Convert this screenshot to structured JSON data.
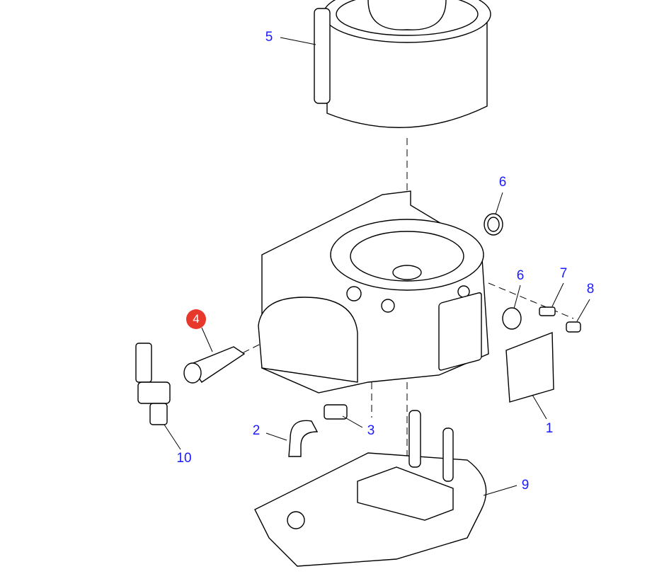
{
  "diagram": {
    "callouts": [
      {
        "id": "1",
        "label": "1"
      },
      {
        "id": "2",
        "label": "2"
      },
      {
        "id": "3",
        "label": "3"
      },
      {
        "id": "4",
        "label": "4",
        "highlighted": true
      },
      {
        "id": "5",
        "label": "5"
      },
      {
        "id": "6a",
        "label": "6"
      },
      {
        "id": "6b",
        "label": "6"
      },
      {
        "id": "7",
        "label": "7"
      },
      {
        "id": "8",
        "label": "8"
      },
      {
        "id": "9",
        "label": "9"
      },
      {
        "id": "10",
        "label": "10"
      }
    ],
    "colors": {
      "callout": "#1a1aff",
      "highlight": "#e8382c",
      "line": "#000000"
    }
  }
}
